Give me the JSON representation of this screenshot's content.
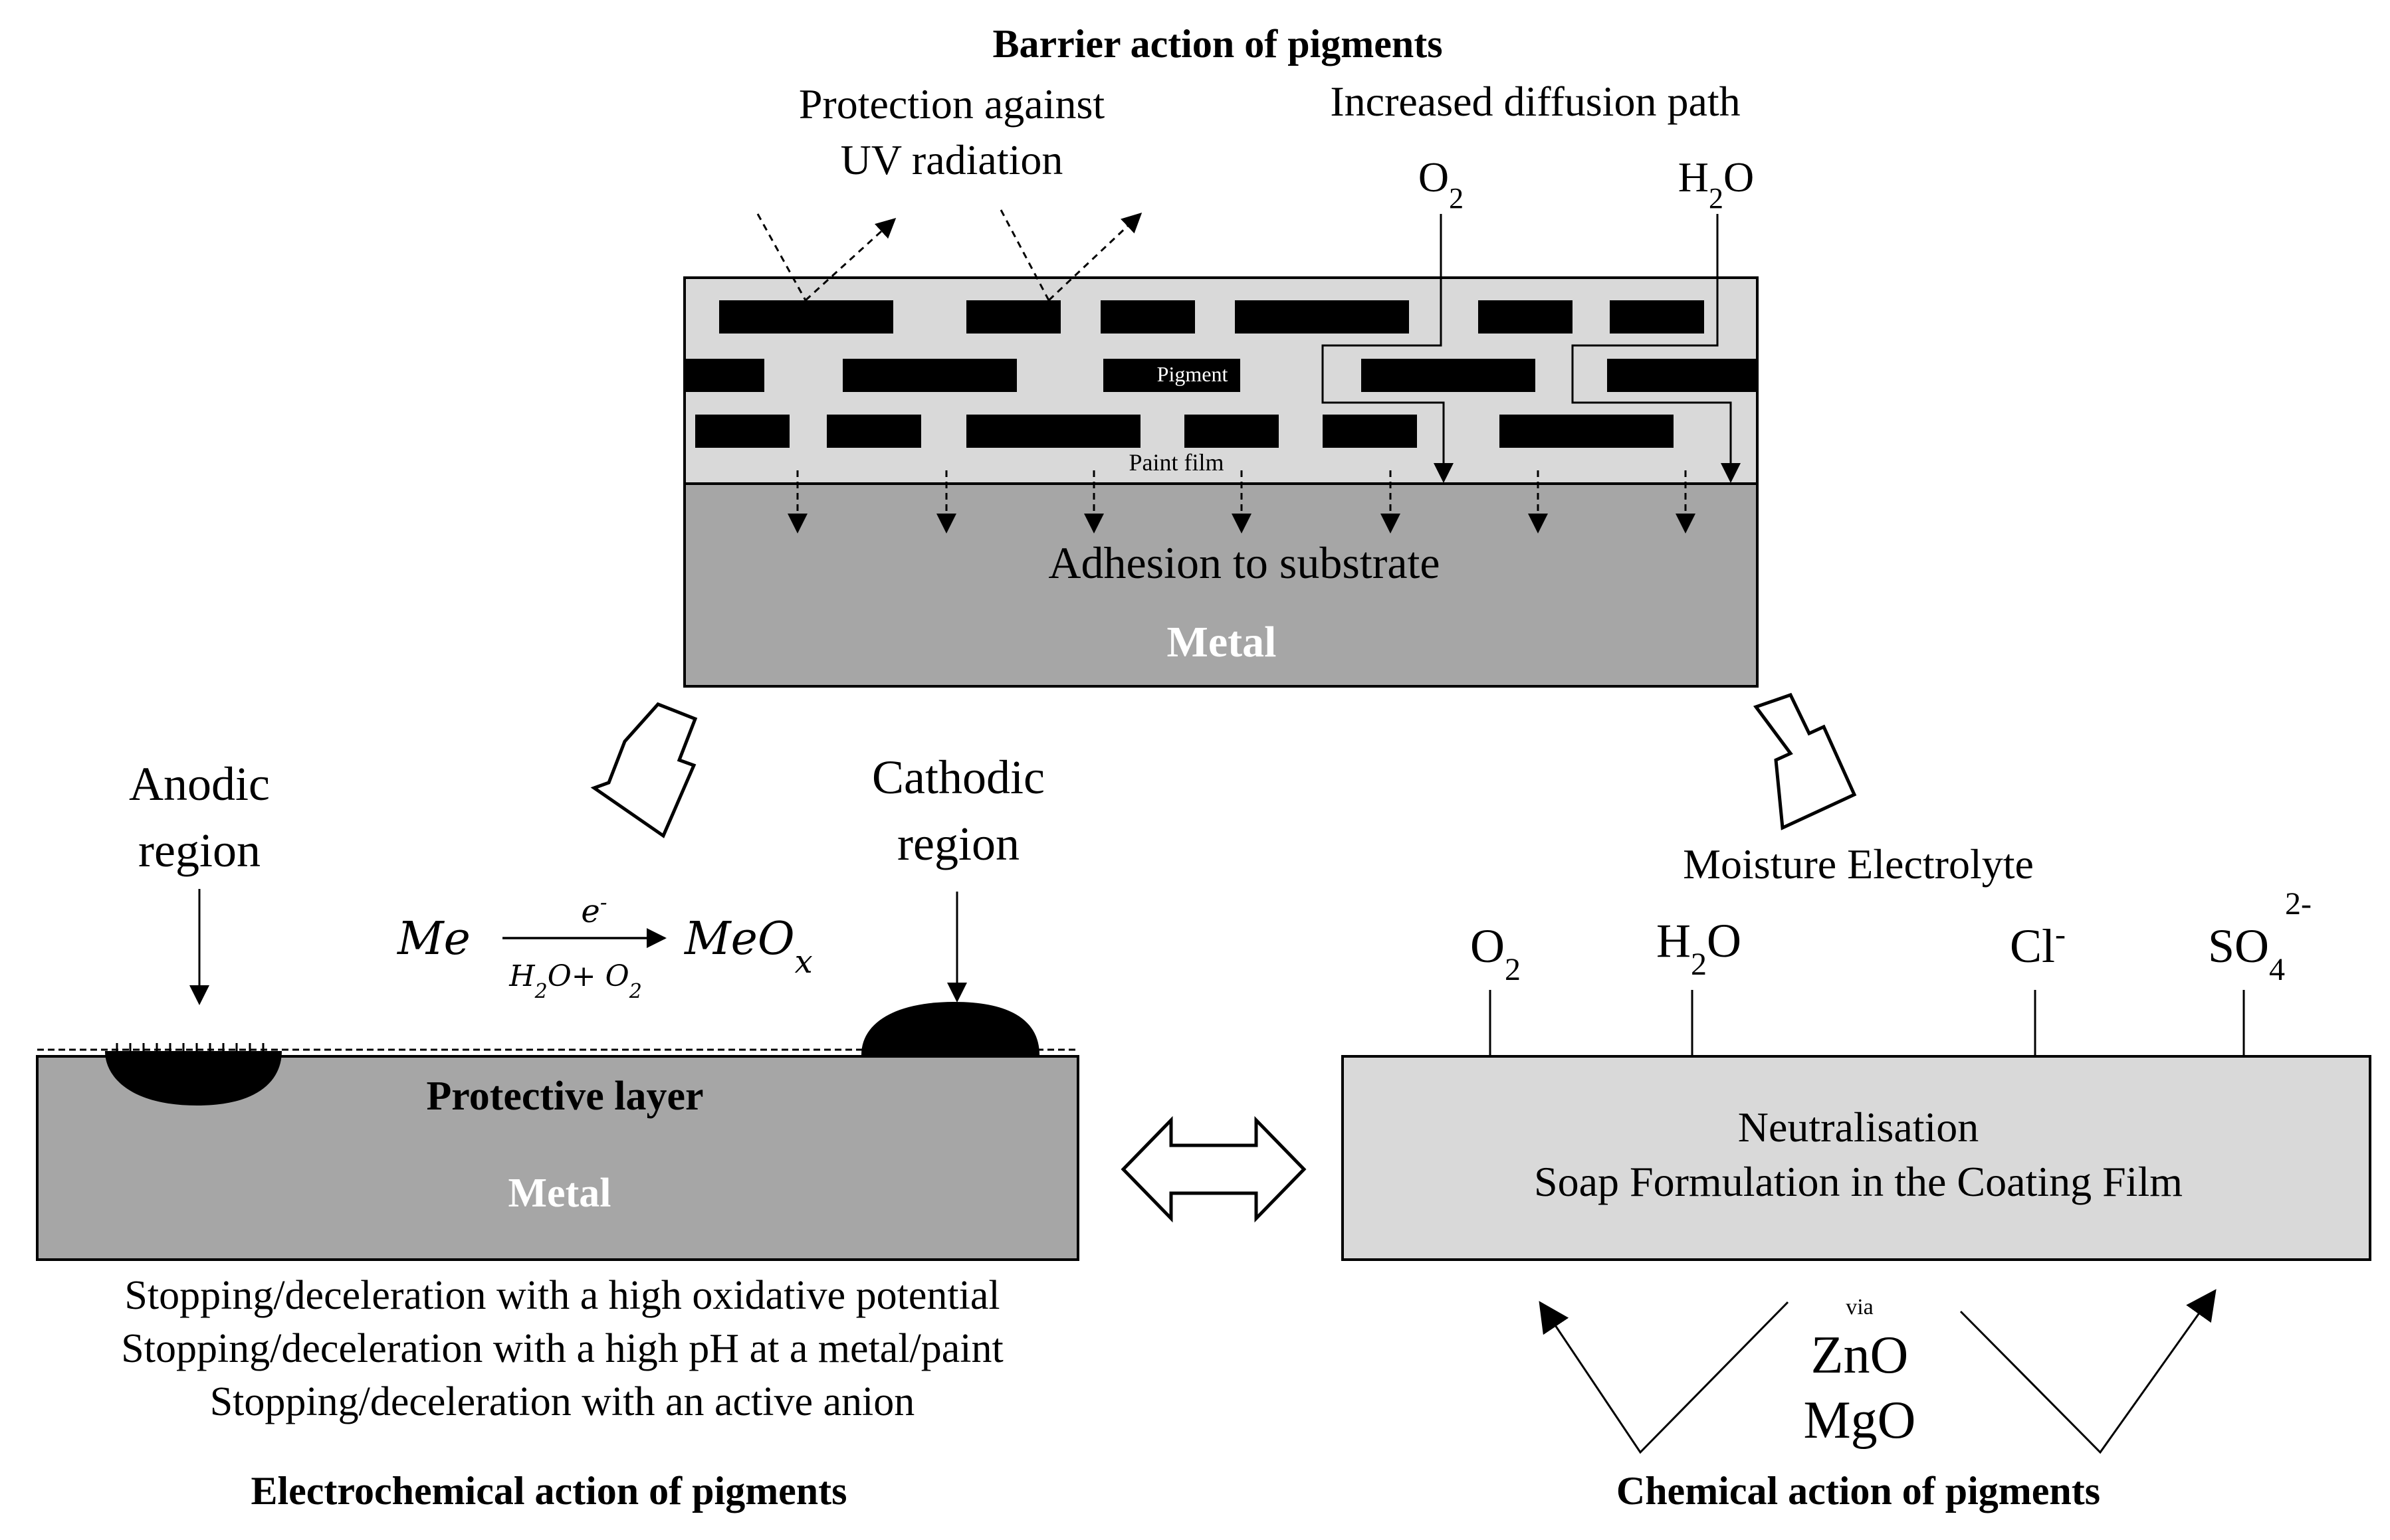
{
  "barrier": {
    "title": "Barrier action of pigments",
    "uv_line1": "Protection against",
    "uv_line2": "UV radiation",
    "diffusion": "Increased diffusion path",
    "o2": {
      "base": "O",
      "sub": "2"
    },
    "h2o": {
      "a": "H",
      "sub": "2",
      "b": "O"
    },
    "pigment": "Pigment",
    "paint_film": "Paint film",
    "adhesion": "Adhesion to substrate",
    "metal": "Metal"
  },
  "electro": {
    "anodic_l1": "Anodic",
    "anodic_l2": "region",
    "cathodic_l1": "Cathodic",
    "cathodic_l2": "region",
    "reaction": {
      "reactant": "Me",
      "above": {
        "base": "e",
        "sup": "-"
      },
      "below": {
        "a": "H",
        "s1": "2",
        "b": "O+ O",
        "s2": "2"
      },
      "product": {
        "base": "MeO",
        "sub": "x"
      }
    },
    "protective_layer": "Protective layer",
    "metal": "Metal",
    "notes": [
      "Stopping/deceleration with a high oxidative potential",
      "Stopping/deceleration with a high pH at a metal/paint",
      "Stopping/deceleration with an active anion"
    ],
    "title": "Electrochemical action of pigments"
  },
  "chemical": {
    "moisture": "Moisture Electrolyte",
    "species": {
      "o2": {
        "base": "O",
        "sub": "2"
      },
      "h2o": {
        "a": "H",
        "sub": "2",
        "b": "O"
      },
      "cl": {
        "base": "Cl",
        "sup": "-"
      },
      "so4": {
        "base": "SO",
        "sub": "4",
        "sup": "2-"
      }
    },
    "box_line1": "Neutralisation",
    "box_line2": "Soap Formulation in the Coating Film",
    "via": "via",
    "zno": "ZnO",
    "mgo": "MgO",
    "title": "Chemical action of pigments"
  },
  "colors": {
    "paint_film": "#d9d9d9",
    "metal": "#a6a6a6",
    "coating_box": "#d9d9d9",
    "pigment": "#000000"
  }
}
